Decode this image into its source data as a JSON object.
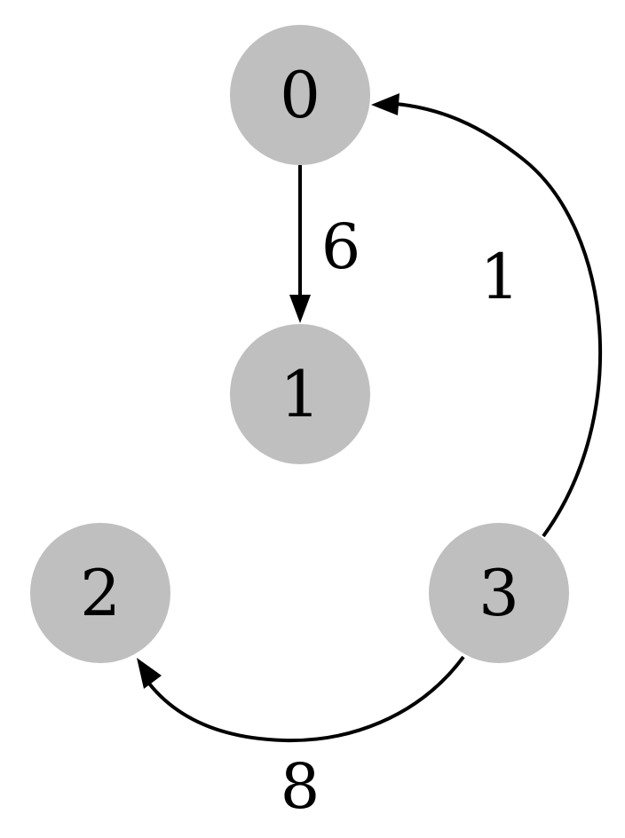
{
  "graph": {
    "nodes": [
      {
        "id": "0",
        "label": "0"
      },
      {
        "id": "1",
        "label": "1"
      },
      {
        "id": "2",
        "label": "2"
      },
      {
        "id": "3",
        "label": "3"
      }
    ],
    "edges": [
      {
        "from": "0",
        "to": "1",
        "weight": "6"
      },
      {
        "from": "3",
        "to": "0",
        "weight": "1"
      },
      {
        "from": "3",
        "to": "2",
        "weight": "8"
      }
    ],
    "colors": {
      "node_fill": "#bfbfbf",
      "edge": "#000000",
      "text": "#000000"
    }
  }
}
